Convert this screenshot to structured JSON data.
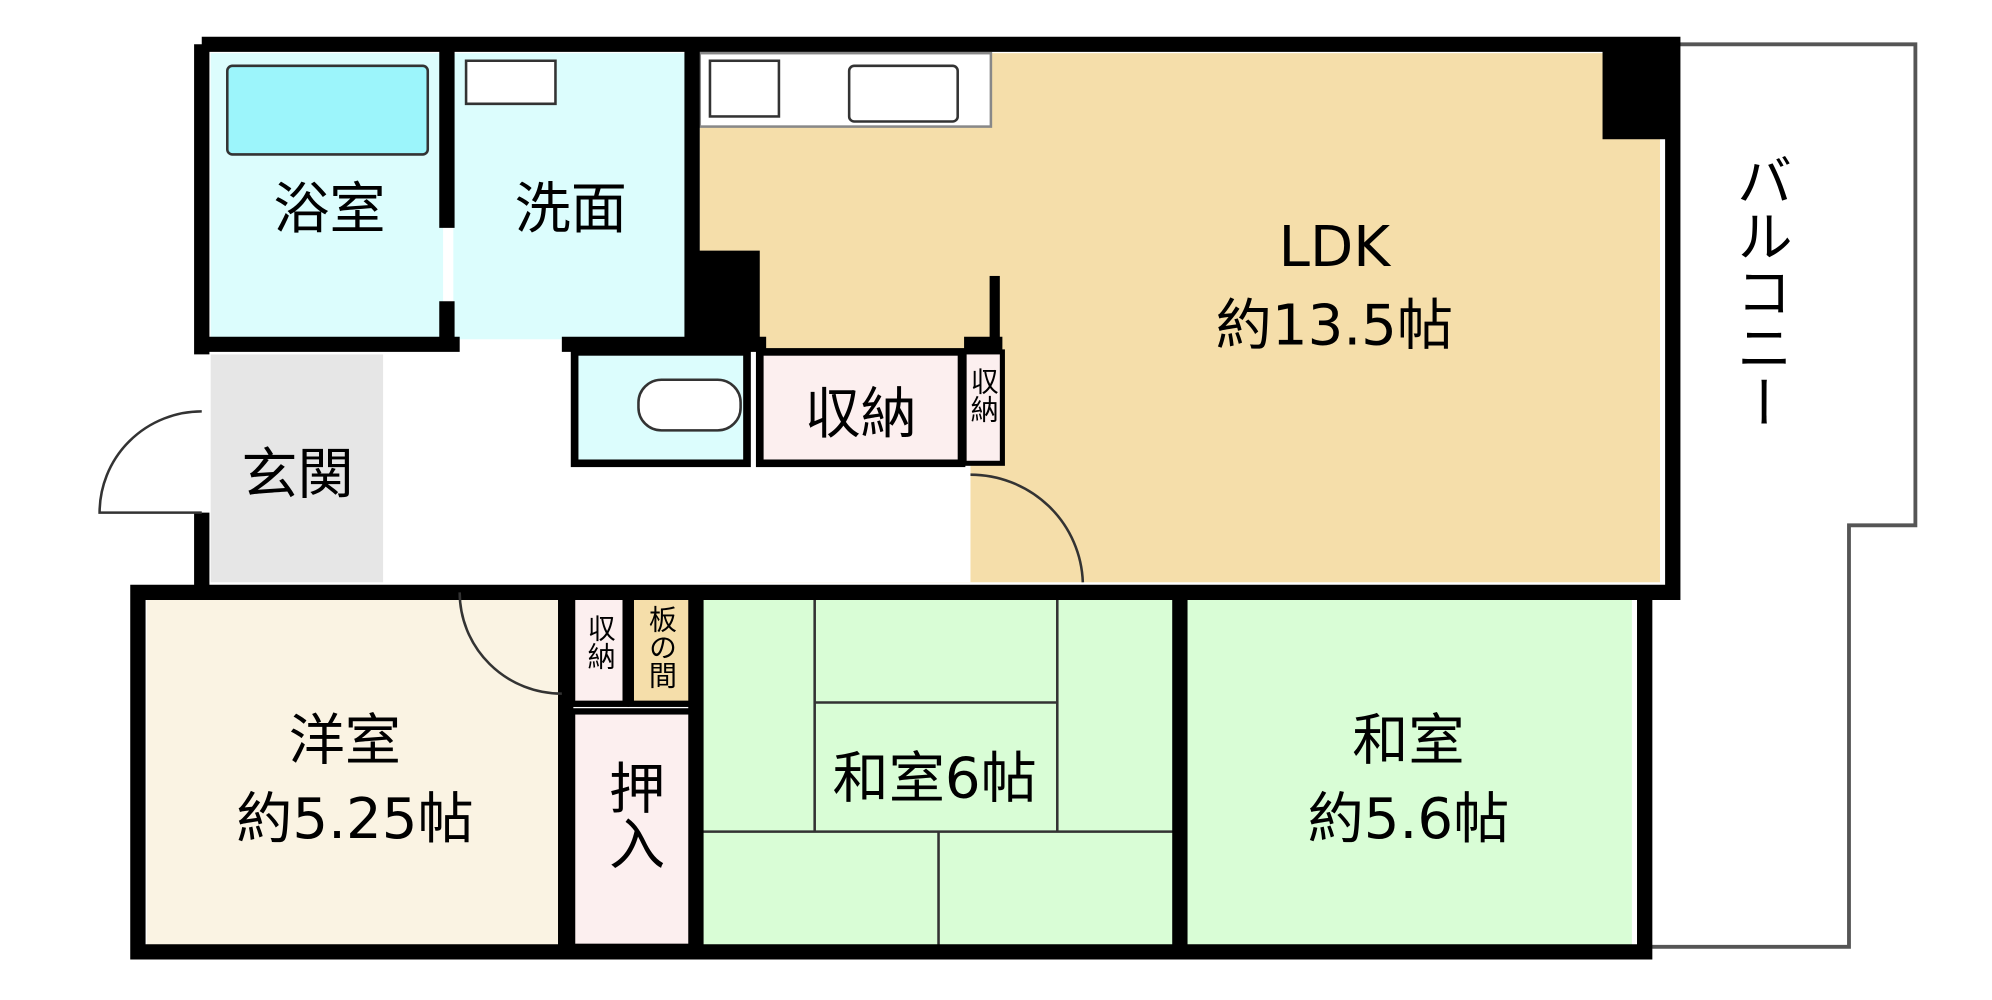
{
  "rooms": {
    "bath": "浴室",
    "washroom": "洗面",
    "ldk_name": "LDK",
    "ldk_size": "約13.5帖",
    "balcony": "バルコニー",
    "entrance": "玄関",
    "storage_main": "収納",
    "storage_small_hall": "収納",
    "western_name": "洋室",
    "western_size": "約5.25帖",
    "storage_western": "収納",
    "wood_floor": "板の間",
    "oshiire": "押入",
    "washitsu6": "和室6帖",
    "washitsu_name": "和室",
    "washitsu_size": "約5.6帖"
  },
  "colors": {
    "bath": "#9cf5fb",
    "wet": "#dcfdfd",
    "ldk": "#f5deaa",
    "storage": "#fcefef",
    "western": "#faf3e3",
    "washitsu": "#d9fdd6",
    "entrance": "#e6e6e6"
  }
}
